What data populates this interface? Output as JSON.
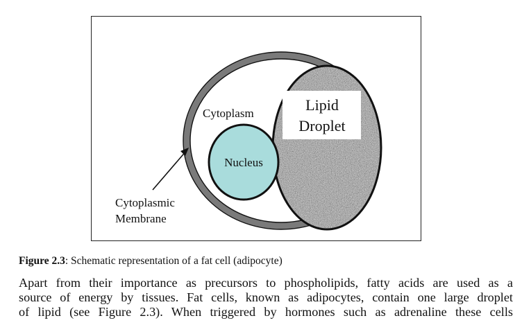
{
  "figure": {
    "labels": {
      "cytoplasm": "Cytoplasm",
      "nucleus": "Nucleus",
      "lipid_line1": "Lipid",
      "lipid_line2": "Droplet",
      "membrane_line1": "Cytoplasmic",
      "membrane_line2": "Membrane"
    },
    "colors": {
      "nucleus_fill": "#a9dcdc",
      "cell_wall": "#7a7a7a",
      "lipid_base": "#9a9a9a"
    }
  },
  "caption": {
    "label": "Figure 2.3",
    "text": ":  Schematic representation of a fat cell (adipocyte)"
  },
  "body": {
    "lines": [
      "Apart from their importance as precursors to phospholipids, fatty acids are used as a",
      "source of energy by tissues.  Fat cells, known as adipocytes, contain one large droplet",
      "of lipid (see Figure 2.3).  When triggered by hormones such as adrenaline these cells"
    ]
  }
}
